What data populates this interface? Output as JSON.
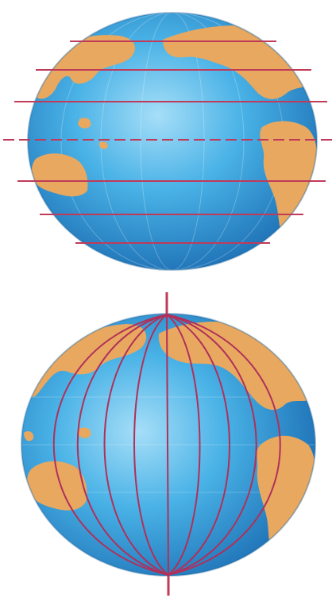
{
  "figure": {
    "panels": [
      {
        "id": "latitude-globe",
        "line_type": "parallels",
        "line_count": 7
      },
      {
        "id": "longitude-globe",
        "line_type": "meridians",
        "line_count": 9
      }
    ]
  },
  "colors": {
    "ocean_light": "#8fd3f4",
    "ocean_mid": "#3aa9e0",
    "ocean_dark": "#1b6fb2",
    "land": "#e8a860",
    "grid_line": "#c03a5a",
    "background": "#ffffff"
  }
}
